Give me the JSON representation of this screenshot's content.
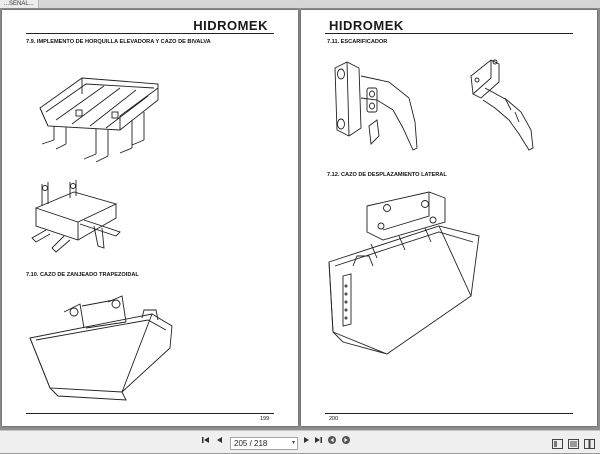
{
  "viewer": {
    "tab_label": "...SENAL...",
    "page_indicator": "205 / 218"
  },
  "pages": {
    "left": {
      "logo": "HIDROMEK",
      "page_number": "199",
      "sections": [
        {
          "heading": "7.9.  IMPLEMENTO DE HORQUILLA ELEVADORA Y CAZO DE BIVALVA"
        },
        {
          "heading": "7.10.  CAZO DE ZANJEADO TRAPEZOIDAL"
        }
      ]
    },
    "right": {
      "logo": "HIDROMEK",
      "page_number": "200",
      "sections": [
        {
          "heading": "7.11.  ESCARIFICADOR"
        },
        {
          "heading": "7.12.  CAZO DE DESPLAZAMIENTO LATERAL"
        }
      ]
    }
  },
  "toolbar": {
    "first_icon": "first-page-icon",
    "prev_icon": "previous-page-icon",
    "next_icon": "next-page-icon",
    "last_icon": "last-page-icon",
    "back_icon": "back-icon",
    "forward_icon": "forward-icon"
  }
}
